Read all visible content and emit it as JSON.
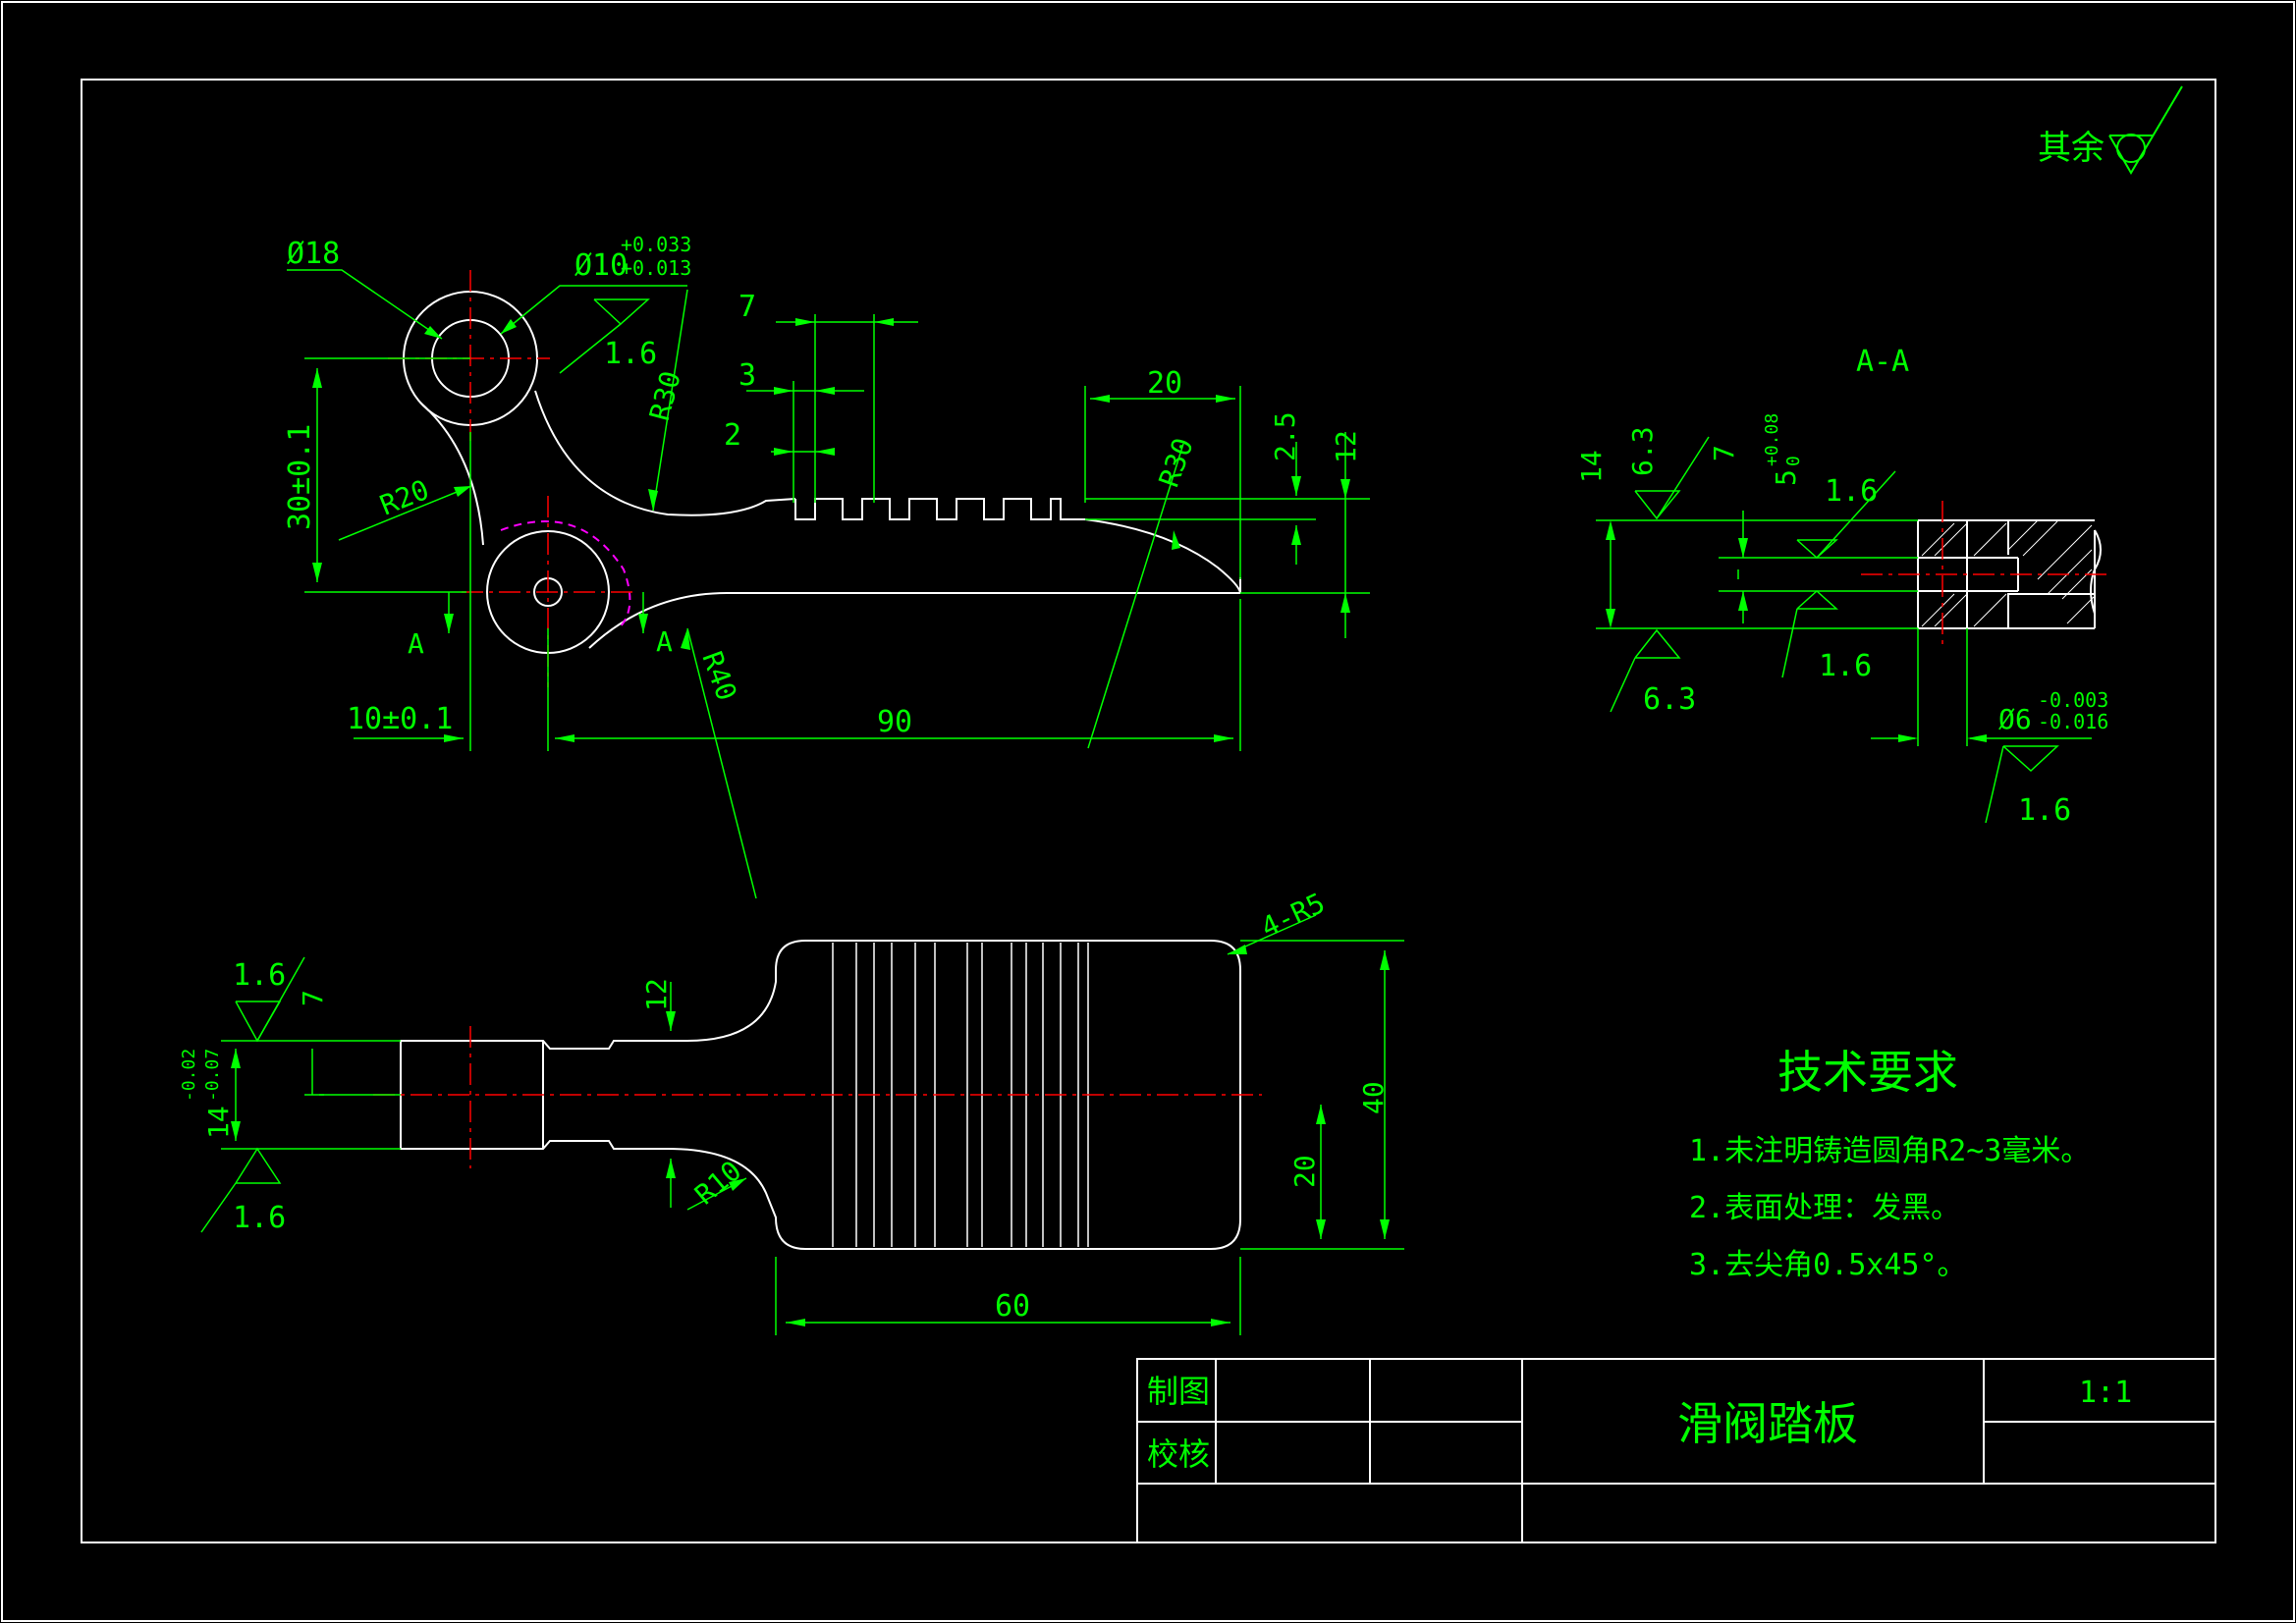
{
  "colors": {
    "background": "#000000",
    "outline": "#ffffff",
    "dimension": "#00ff00",
    "centerline": "#ff0000",
    "hidden": "#ff00ff"
  },
  "surface_finish_note": {
    "label": "其余",
    "symbol": "circle-finish-symbol"
  },
  "main_view": {
    "dims": {
      "d18": "Ø18",
      "d10": "Ø10",
      "d10_tol_upper": "+0.033",
      "d10_tol_lower": "+0.013",
      "finish_hole": "1.6",
      "r30_top": "R30",
      "r20": "R20",
      "r40": "R40",
      "r30_tip": "R30",
      "h30": "30±0.1",
      "w7": "7",
      "w3": "3",
      "w2": "2",
      "w20": "20",
      "h2_5": "2.5",
      "h12": "12",
      "w10": "10±0.1",
      "w90": "90"
    },
    "section_marker_left": "A",
    "section_marker_right": "A"
  },
  "section_view": {
    "title": "A-A",
    "dims": {
      "h14": "14",
      "finish_top": "6.3",
      "h7": "7",
      "h5": "5",
      "h5_tol_upper": "+0.08",
      "h5_tol_lower": "0",
      "finish_inner_top": "1.6",
      "finish_inner_bottom": "1.6",
      "finish_bottom": "6.3",
      "d6": "Ø6",
      "d6_tol_upper": "-0.003",
      "d6_tol_lower": "-0.016",
      "finish_d6": "1.6"
    }
  },
  "bottom_view": {
    "dims": {
      "finish_top": "1.6",
      "h7": "7",
      "h14": "14",
      "h14_tol_upper": "-0.02",
      "h14_tol_lower": "-0.07",
      "finish_bottom": "1.6",
      "h12": "12",
      "r10": "R10",
      "r5": "4-R5",
      "h40": "40",
      "h20": "20",
      "w60": "60"
    }
  },
  "tech_requirements": {
    "title": "技术要求",
    "items": [
      "1.未注明铸造圆角R2~3毫米。",
      "2.表面处理：发黑。",
      "3.去尖角0.5x45°。"
    ]
  },
  "title_block": {
    "drawn_label": "制图",
    "checked_label": "校核",
    "part_name": "滑阀踏板",
    "scale": "1:1"
  }
}
